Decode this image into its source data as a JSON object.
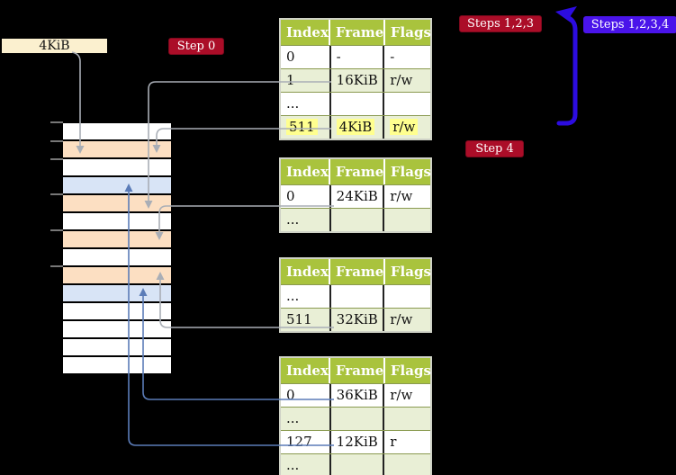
{
  "title": "page-table-translation-diagram",
  "colors": {
    "background": "#000000",
    "table_header_green": "#a9c33d",
    "table_row_green": "#e9efd6",
    "highlight_yellow": "#ffff8f",
    "badge_red": "#ab0d28",
    "badge_blue": "#4a14ea",
    "big_arrow_blue": "#2c0ce0",
    "connector_gray": "#a9aeb6",
    "connector_blue": "#5b7cb8",
    "mem_frame_orange": "#fcdfc2",
    "mem_frame_blue": "#d8e4f6",
    "mem_frame_white": "#ffffff",
    "mem_label_cream": "#fbf0cf"
  },
  "mem_label": "4KiB",
  "badges": {
    "step0": "Step 0",
    "steps123": "Steps 1,2,3",
    "steps1234": "Steps 1,2,3,4",
    "step4": "Step 4"
  },
  "tables": [
    {
      "name": "page-table-1",
      "headers": [
        "Index",
        "Frame",
        "Flags"
      ],
      "rows": [
        {
          "cells": [
            "0",
            "-",
            "-"
          ],
          "shaded": false,
          "highlight": false
        },
        {
          "cells": [
            "1",
            "16KiB",
            "r/w"
          ],
          "shaded": true,
          "highlight": false
        },
        {
          "cells": [
            "...",
            "",
            ""
          ],
          "shaded": false,
          "highlight": false
        },
        {
          "cells": [
            "511",
            "4KiB",
            "r/w"
          ],
          "shaded": true,
          "highlight": true
        }
      ]
    },
    {
      "name": "page-table-2",
      "headers": [
        "Index",
        "Frame",
        "Flags"
      ],
      "rows": [
        {
          "cells": [
            "0",
            "24KiB",
            "r/w"
          ],
          "shaded": false,
          "highlight": false
        },
        {
          "cells": [
            "...",
            "",
            ""
          ],
          "shaded": true,
          "highlight": false
        }
      ]
    },
    {
      "name": "page-table-3",
      "headers": [
        "Index",
        "Frame",
        "Flags"
      ],
      "rows": [
        {
          "cells": [
            "...",
            "",
            ""
          ],
          "shaded": false,
          "highlight": false
        },
        {
          "cells": [
            "511",
            "32KiB",
            "r/w"
          ],
          "shaded": true,
          "highlight": false
        }
      ]
    },
    {
      "name": "page-table-4",
      "headers": [
        "Index",
        "Frame",
        "Flags"
      ],
      "rows": [
        {
          "cells": [
            "0",
            "36KiB",
            "r/w"
          ],
          "shaded": false,
          "highlight": false
        },
        {
          "cells": [
            "...",
            "",
            ""
          ],
          "shaded": true,
          "highlight": false
        },
        {
          "cells": [
            "127",
            "12KiB",
            "r"
          ],
          "shaded": false,
          "highlight": false
        },
        {
          "cells": [
            "...",
            "",
            ""
          ],
          "shaded": true,
          "highlight": false
        }
      ]
    }
  ],
  "memory_column": {
    "frames": [
      "white",
      "orange",
      "white",
      "blue",
      "orange",
      "white",
      "orange",
      "white",
      "orange",
      "blue",
      "white",
      "white",
      "white",
      "white"
    ]
  }
}
